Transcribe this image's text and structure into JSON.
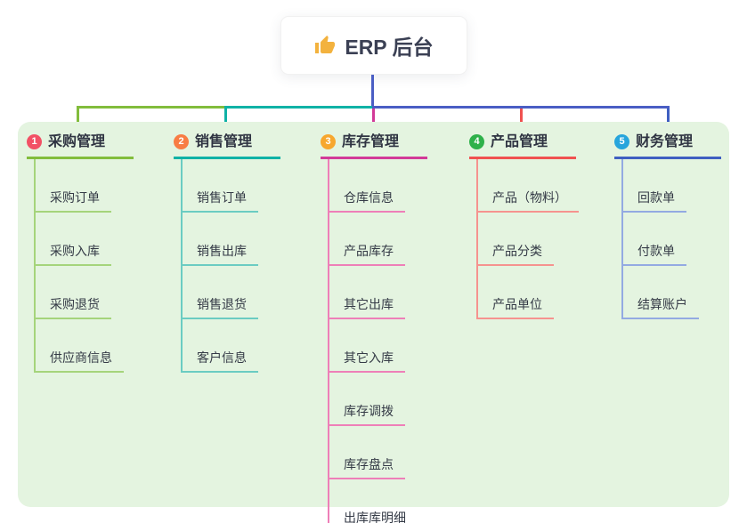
{
  "root": {
    "title": "ERP 后台",
    "icon": "thumbs-up-icon",
    "icon_color": "#f3b23e",
    "line_color": "#4a5ec4"
  },
  "panel": {
    "background": "#e4f4e0"
  },
  "branches": [
    {
      "number": "1",
      "label": "采购管理",
      "badge_color": "#f25165",
      "line_color": "#82bd3c",
      "light_color": "#a5d47b",
      "children": [
        "采购订单",
        "采购入库",
        "采购退货",
        "供应商信息"
      ]
    },
    {
      "number": "2",
      "label": "销售管理",
      "badge_color": "#f87d44",
      "line_color": "#0fb2a6",
      "light_color": "#6bccc2",
      "children": [
        "销售订单",
        "销售出库",
        "销售退货",
        "客户信息"
      ]
    },
    {
      "number": "3",
      "label": "库存管理",
      "badge_color": "#f7a72e",
      "line_color": "#d23a98",
      "light_color": "#ee7fb8",
      "children": [
        "仓库信息",
        "产品库存",
        "其它出库",
        "其它入库",
        "库存调拨",
        "库存盘点",
        "出库库明细"
      ]
    },
    {
      "number": "4",
      "label": "产品管理",
      "badge_color": "#2eb14a",
      "line_color": "#f05150",
      "light_color": "#f6938f",
      "children": [
        "产品（物料）",
        "产品分类",
        "产品单位"
      ]
    },
    {
      "number": "5",
      "label": "财务管理",
      "badge_color": "#27a5dc",
      "line_color": "#3f5fc1",
      "light_color": "#93aae2",
      "children": [
        "回款单",
        "付款单",
        "结算账户"
      ]
    }
  ]
}
